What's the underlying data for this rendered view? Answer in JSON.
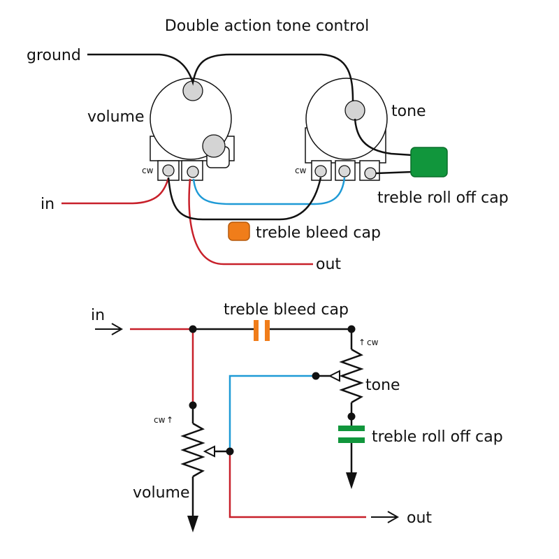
{
  "title": "Double action tone control",
  "wiring": {
    "ground_label": "ground",
    "volume_label": "volume",
    "tone_label": "tone",
    "cw_volume": "cw",
    "cw_tone": "cw",
    "in_label": "in",
    "out_label": "out",
    "treble_bleed_label": "treble bleed cap",
    "treble_rolloff_label": "treble roll off cap"
  },
  "schematic": {
    "in_label": "in",
    "out_label": "out",
    "treble_bleed_label": "treble bleed cap",
    "tone_label": "tone",
    "treble_rolloff_label": "treble roll off cap",
    "volume_label": "volume",
    "cw_volume": "cw",
    "cw_tone": "cw"
  },
  "colors": {
    "signal_in": "#c8202a",
    "wiper_link": "#1e9ad6",
    "ground": "#111111",
    "treble_bleed_cap": "#f07d1a",
    "treble_rolloff_cap": "#11963c"
  }
}
